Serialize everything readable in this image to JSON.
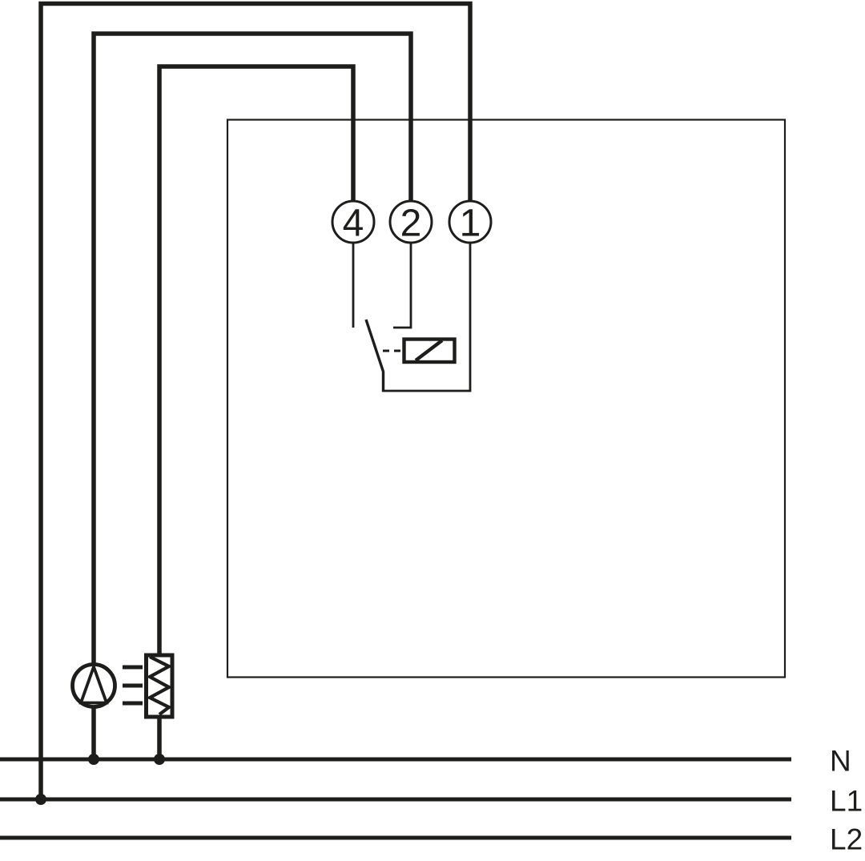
{
  "diagram": {
    "background": "#ffffff",
    "line_color": "#1d1d1b",
    "terminals": [
      {
        "label": "4"
      },
      {
        "label": "2"
      },
      {
        "label": "1"
      }
    ],
    "power_lines": [
      {
        "label": "N"
      },
      {
        "label": "L1"
      },
      {
        "label": "L2"
      }
    ],
    "symbols": {
      "pump": "pump-icon",
      "heating_element": "heating-element-icon",
      "switch_contact": "changeover-contact-icon",
      "thermal_drive": "thermal-element-icon",
      "mechanical_link": "dashed-link-icon",
      "junction": "junction-dot-icon"
    }
  }
}
